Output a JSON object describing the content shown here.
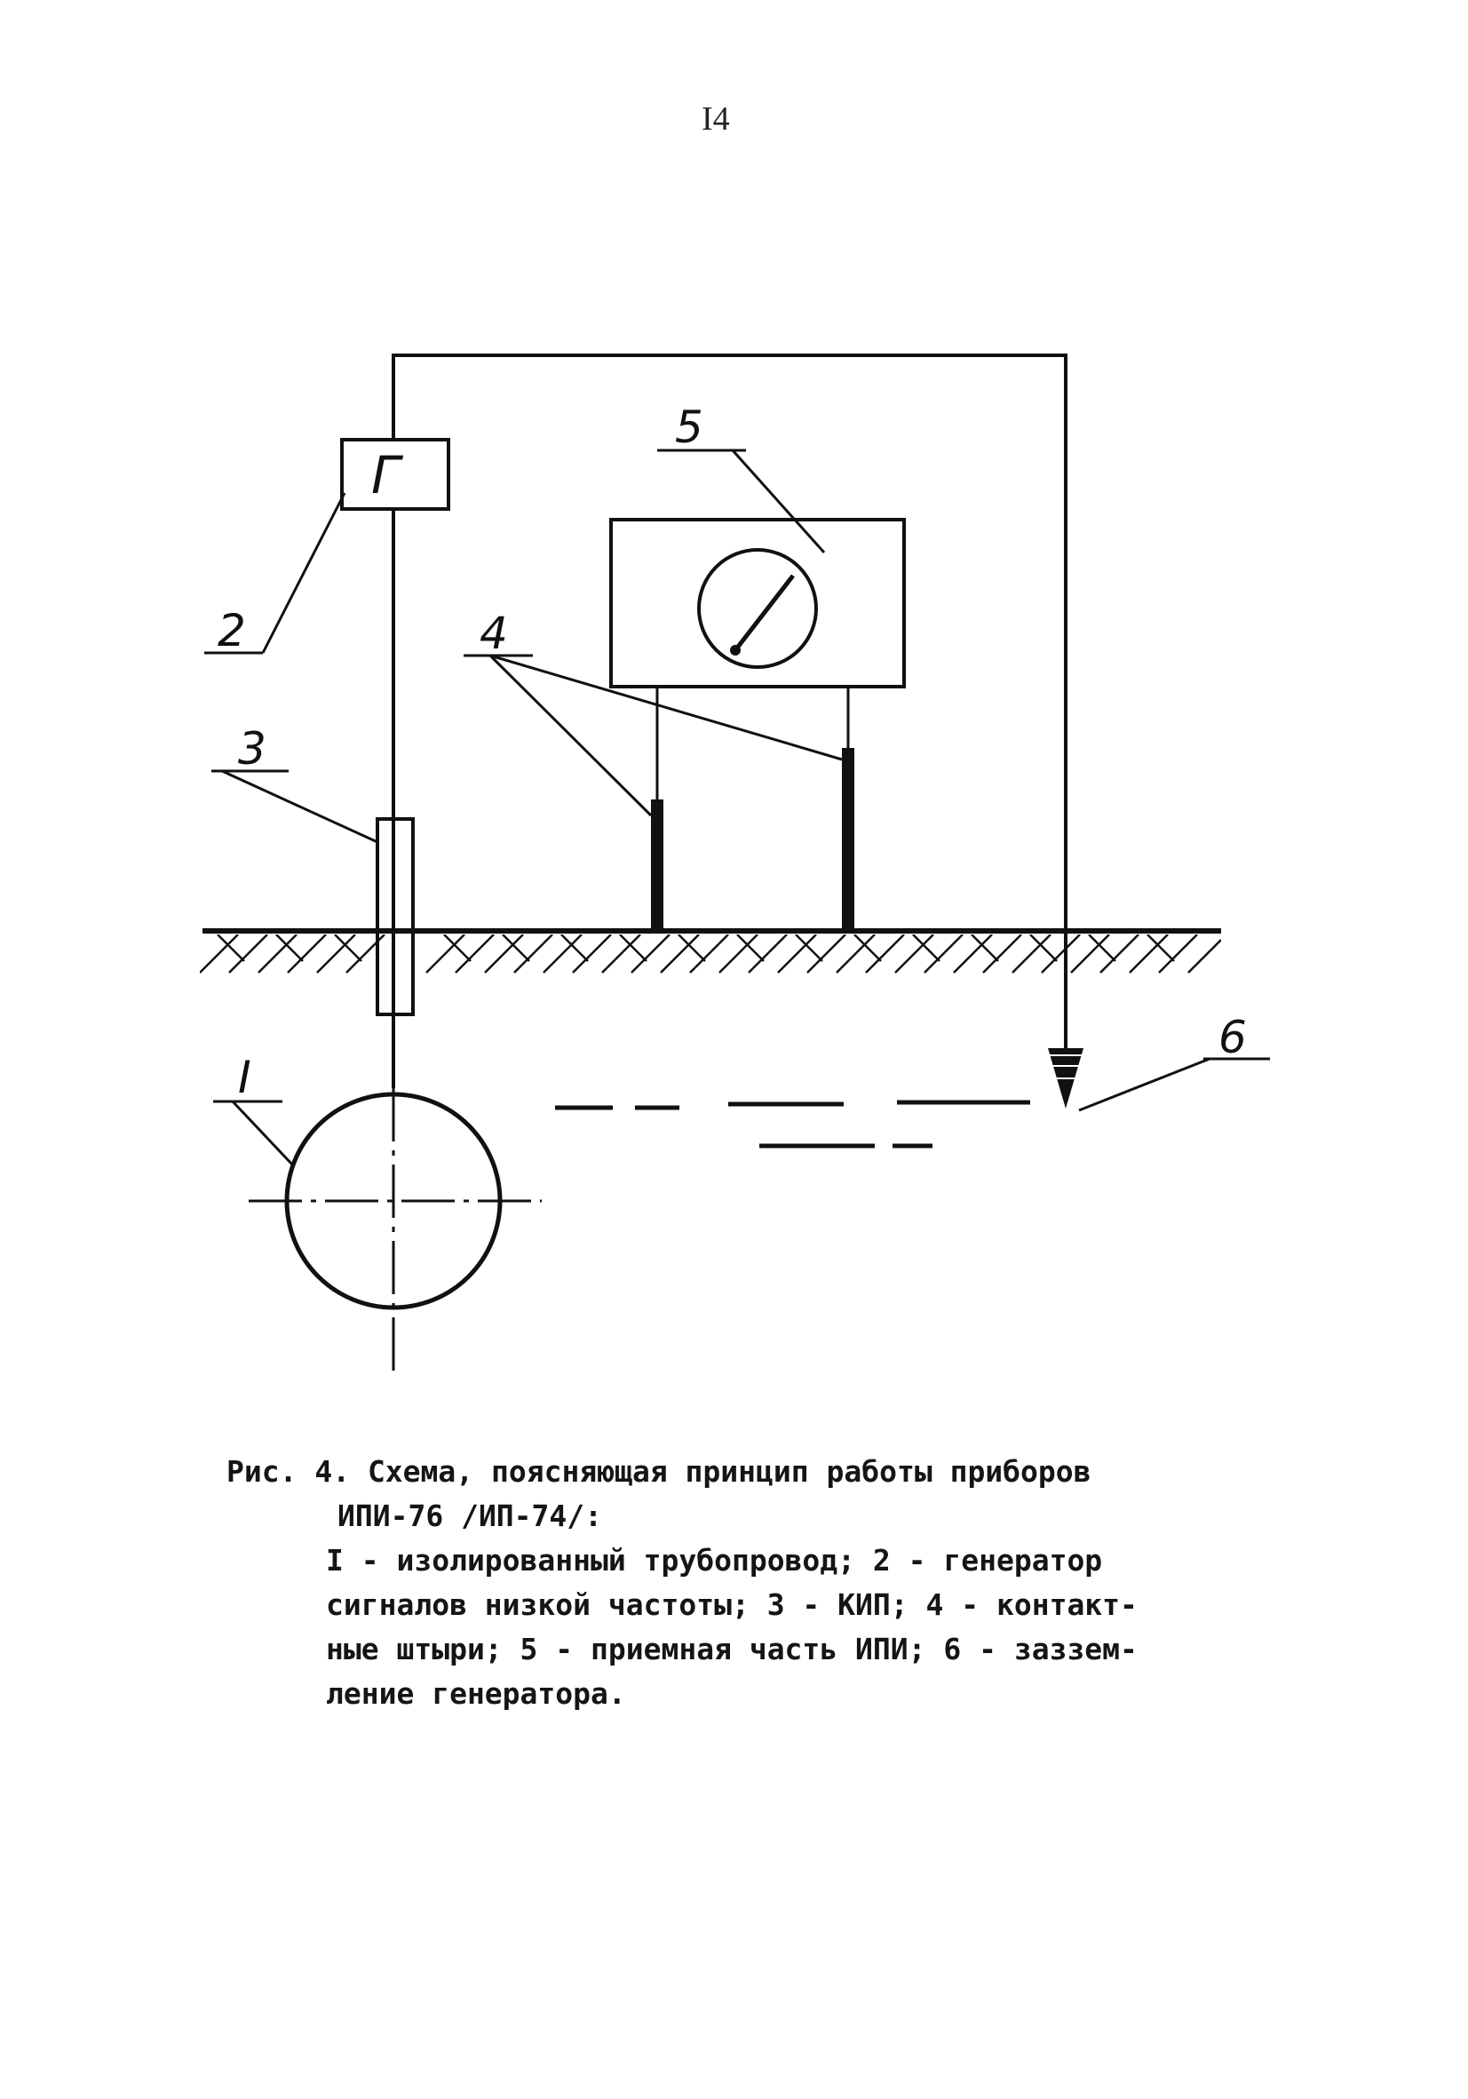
{
  "page": {
    "number": "I4"
  },
  "figure": {
    "generator_symbol": "Г",
    "labels": {
      "pipeline": "I",
      "generator": "2",
      "kip": "3",
      "contact_pins": "4",
      "receiver": "5",
      "grounding": "6"
    }
  },
  "caption": {
    "title_line_1": "Рис. 4. Схема, поясняющая принцип работы приборов",
    "title_line_2": "ИПИ-76 /ИП-74/:",
    "legend_lines": [
      "I - изолированный трубопровод; 2 - генератор",
      "сигналов низкой частоты; 3 - КИП; 4 - контакт-",
      "ные штыри; 5 - приемная часть ИПИ; 6 - заззем-",
      "ление генератора."
    ]
  }
}
